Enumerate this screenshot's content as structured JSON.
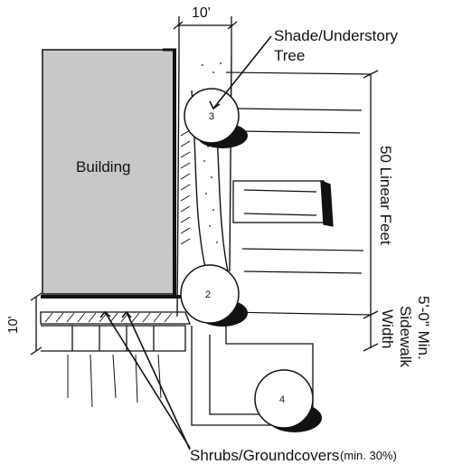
{
  "labels": {
    "building": "Building",
    "shade_tree_line1": "Shade/Understory",
    "shade_tree_line2": "Tree",
    "shrubs": "Shrubs/Groundcovers",
    "shrubs_note": "(min. 30%)",
    "dim_top": "10'",
    "dim_left": "10'",
    "linear_feet": "50 Linear Feet",
    "sidewalk_line1": "5'-0\" Min.",
    "sidewalk_line2": "Sidewalk",
    "sidewalk_line3": "Width"
  },
  "tree_numbers": [
    "3",
    "2",
    "4"
  ],
  "colors": {
    "building_fill": "#c8c8c8",
    "ink": "#111111",
    "shadow": "#111111"
  }
}
